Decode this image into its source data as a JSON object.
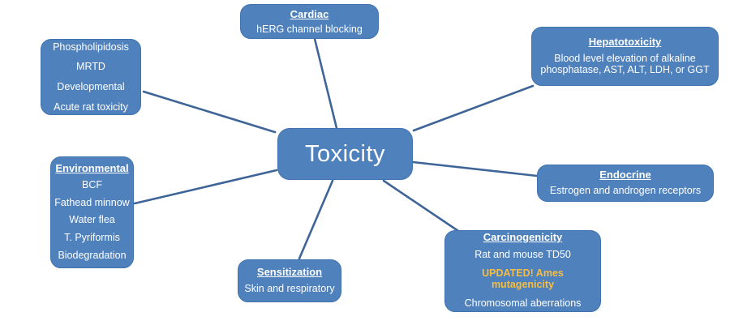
{
  "diagram": {
    "type": "hub-and-spoke",
    "center": {
      "label": "Toxicity"
    },
    "colors": {
      "box_fill": "#4f81bd",
      "box_border": "#4173ae",
      "connector": "#3e6498",
      "text": "#ffffff",
      "highlight_text": "#f5be41"
    },
    "nodes": [
      {
        "id": "cardiac",
        "title": "Cardiac",
        "lines": [
          "hERG channel blocking"
        ]
      },
      {
        "id": "general",
        "title": "",
        "lines": [
          "Phospholipidosis",
          "MRTD",
          "Developmental",
          "Acute rat toxicity"
        ]
      },
      {
        "id": "hepatotoxicity",
        "title": "Hepatotoxicity",
        "lines": [
          "Blood level elevation of alkaline phosphatase, AST, ALT, LDH, or GGT"
        ]
      },
      {
        "id": "environmental",
        "title": "Environmental",
        "lines": [
          "BCF",
          "Fathead minnow",
          "Water flea",
          "T. Pyriformis",
          "Biodegradation"
        ]
      },
      {
        "id": "endocrine",
        "title": "Endocrine",
        "lines": [
          "Estrogen and androgen receptors"
        ]
      },
      {
        "id": "carcinogenicity",
        "title": "Carcinogenicity",
        "lines": [
          "Rat and mouse TD50",
          "UPDATED! Ames mutagenicity",
          "Chromosomal aberrations"
        ],
        "highlighted_line_index": 1
      },
      {
        "id": "sensitization",
        "title": "Sensitization",
        "lines": [
          "Skin and respiratory"
        ]
      }
    ]
  }
}
